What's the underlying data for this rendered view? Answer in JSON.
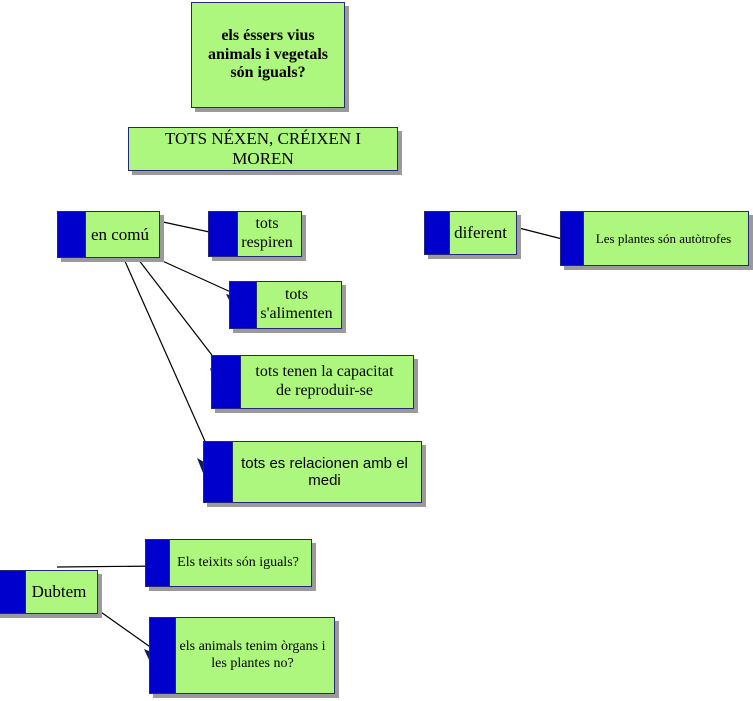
{
  "diagram": {
    "title": "els éssers vius animals i vegetals són iguals?",
    "type": "concept-map",
    "background_color": "#ffffff",
    "node_fill_color": "#aef77e",
    "node_bar_color": "#0000cc",
    "node_border_color": "#27277a",
    "shadow_color": "#9a9a9a",
    "connector_color": "#000000"
  },
  "nodes": {
    "title": {
      "id": "title",
      "text": "els éssers vius animals i vegetals són iguals?",
      "lines": [
        "els éssers vius",
        "animals i vegetals",
        "són iguals?"
      ],
      "role": "root-question"
    },
    "cycle": {
      "id": "cycle",
      "text": "TOTS NÉXEN, CRÉIXEN I MOREN",
      "lines": [
        "TOTS NÉXEN, CRÉIXEN I",
        "MOREN"
      ],
      "role": "statement"
    },
    "comu": {
      "id": "comu",
      "text": "en comú",
      "role": "category"
    },
    "respiren": {
      "id": "respiren",
      "text": "tots respiren",
      "lines": [
        "tots",
        "respiren"
      ],
      "role": "item"
    },
    "alimenten": {
      "id": "alimenten",
      "text": "tots s'alimenten",
      "lines": [
        "tots",
        "s'alimenten"
      ],
      "role": "item"
    },
    "reproduir": {
      "id": "reproduir",
      "text": "tots tenen  la capacitat de reproduir-se",
      "lines": [
        "tots tenen  la capacitat",
        "de reproduir-se"
      ],
      "role": "item"
    },
    "relacionen": {
      "id": "relacionen",
      "text": "tots es relacionen amb el medi",
      "lines": [
        "tots es relacionen amb el",
        "medi"
      ],
      "role": "item"
    },
    "diferent": {
      "id": "diferent",
      "text": "diferent",
      "role": "category"
    },
    "autotrofes": {
      "id": "autotrofes",
      "text": "Les plantes són autòtrofes",
      "role": "item"
    },
    "dubtem": {
      "id": "dubtem",
      "text": "Dubtem",
      "role": "category"
    },
    "teixits": {
      "id": "teixits",
      "text": "Els teixits són iguals?",
      "role": "question"
    },
    "organs": {
      "id": "organs",
      "text": "els animals tenim òrgans i les plantes no?",
      "lines": [
        "els animals tenim òrgans i",
        "les plantes no?"
      ],
      "role": "question"
    }
  },
  "edges": [
    {
      "from": "comu",
      "to": "respiren"
    },
    {
      "from": "comu",
      "to": "alimenten"
    },
    {
      "from": "comu",
      "to": "reproduir"
    },
    {
      "from": "comu",
      "to": "relacionen"
    },
    {
      "from": "diferent",
      "to": "autotrofes"
    },
    {
      "from": "dubtem",
      "to": "teixits"
    },
    {
      "from": "dubtem",
      "to": "organs"
    }
  ]
}
